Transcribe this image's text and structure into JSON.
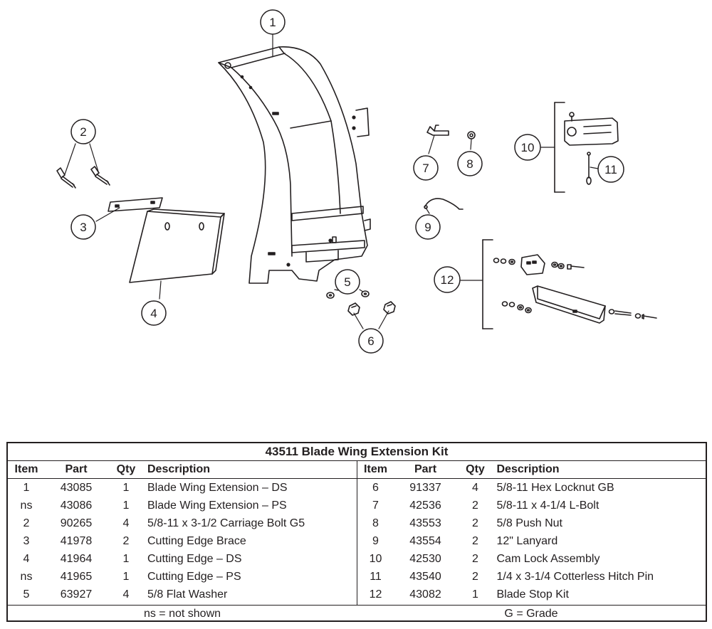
{
  "callouts": [
    "1",
    "2",
    "3",
    "4",
    "5",
    "6",
    "7",
    "8",
    "9",
    "10",
    "11",
    "12"
  ],
  "table": {
    "title": "43511  Blade Wing Extension Kit",
    "headers": {
      "item": "Item",
      "part": "Part",
      "qty": "Qty",
      "description": "Description"
    },
    "left_rows": [
      {
        "item": "1",
        "part": "43085",
        "qty": "1",
        "description": "Blade Wing Extension – DS"
      },
      {
        "item": "ns",
        "part": "43086",
        "qty": "1",
        "description": "Blade Wing Extension – PS"
      },
      {
        "item": "2",
        "part": "90265",
        "qty": "4",
        "description": "5/8-11 x 3-1/2 Carriage Bolt G5"
      },
      {
        "item": "3",
        "part": "41978",
        "qty": "2",
        "description": "Cutting Edge Brace"
      },
      {
        "item": "4",
        "part": "41964",
        "qty": "1",
        "description": "Cutting Edge – DS"
      },
      {
        "item": "ns",
        "part": "41965",
        "qty": "1",
        "description": "Cutting Edge – PS"
      },
      {
        "item": "5",
        "part": "63927",
        "qty": "4",
        "description": "5/8 Flat Washer"
      }
    ],
    "right_rows": [
      {
        "item": "6",
        "part": "91337",
        "qty": "4",
        "description": "5/8-11 Hex Locknut GB"
      },
      {
        "item": "7",
        "part": "42536",
        "qty": "2",
        "description": "5/8-11 x 4-1/4 L-Bolt"
      },
      {
        "item": "8",
        "part": "43553",
        "qty": "2",
        "description": "5/8 Push Nut"
      },
      {
        "item": "9",
        "part": "43554",
        "qty": "2",
        "description": "12\" Lanyard"
      },
      {
        "item": "10",
        "part": "42530",
        "qty": "2",
        "description": "Cam Lock Assembly"
      },
      {
        "item": "11",
        "part": "43540",
        "qty": "2",
        "description": "1/4 x 3-1/4 Cotterless Hitch Pin"
      },
      {
        "item": "12",
        "part": "43082",
        "qty": "1",
        "description": "Blade Stop Kit"
      }
    ],
    "footer_left": "ns = not shown",
    "footer_right": "G = Grade"
  }
}
